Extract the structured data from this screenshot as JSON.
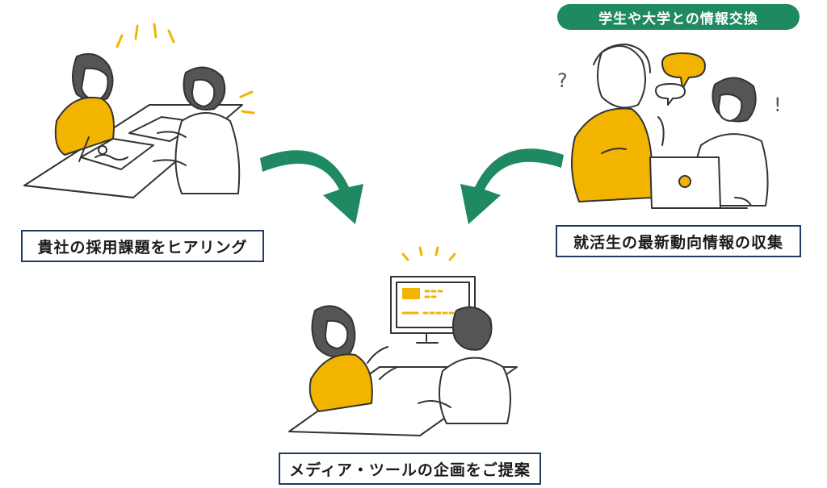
{
  "colors": {
    "accent_green": "#1f8a62",
    "accent_yellow": "#f3b400",
    "box_border": "#1f3a63",
    "ink": "#333333"
  },
  "steps": {
    "hearing": "貴社の採用課題をヒアリング",
    "collect": "就活生の最新動向情報の収集",
    "propose": "メディア・ツールの企画をご提案"
  },
  "badge": {
    "exchange": "学生や大学との情報交換"
  },
  "marks": {
    "question": "?",
    "exclaim": "!"
  },
  "icons": {
    "arrow_left": "curved-arrow-icon",
    "arrow_right": "curved-arrow-icon"
  }
}
